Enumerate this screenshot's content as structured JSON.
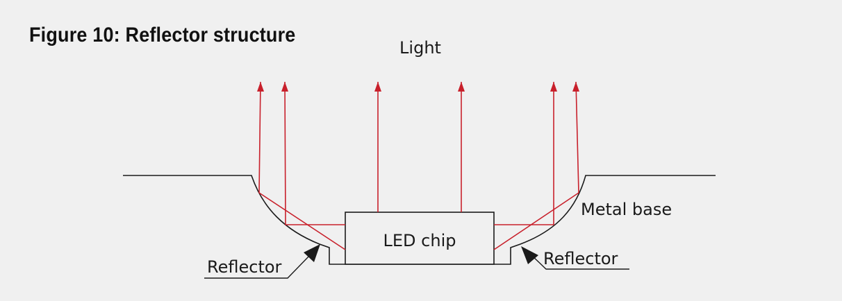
{
  "figure": {
    "title": "Figure 10: Reflector structure"
  },
  "labels": {
    "light": "Light",
    "metal_base": "Metal base",
    "led_chip": "LED chip",
    "reflector_left": "Reflector",
    "reflector_right": "Reflector"
  },
  "colors": {
    "ray": "#c8202b",
    "outline": "#1a1a1a",
    "background": "#f0f0f0"
  }
}
